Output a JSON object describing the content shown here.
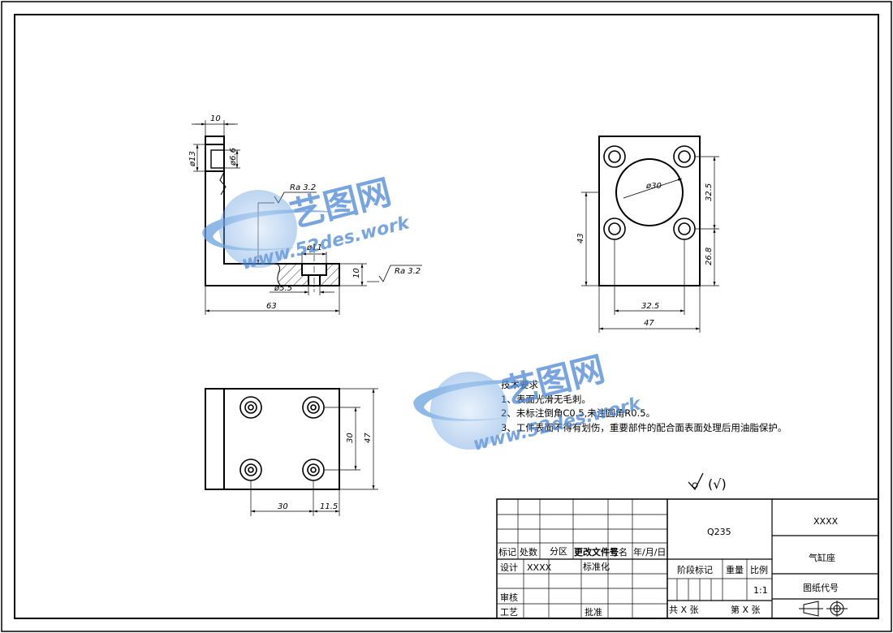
{
  "tech_requirements": {
    "title": "技术要求",
    "items": [
      "1、表面光滑无毛刺。",
      "2、未标注倒角C0.5,未注圆角R0.5。",
      "3、工件表面不得有划伤，重要部件的配合面表面处理后用油脂保护。"
    ]
  },
  "roughness_symbol": "(√)",
  "side_view": {
    "dims": {
      "top_width": "10",
      "left_dia": "ø13",
      "right_dia": "ø6.6",
      "roughness_1": "Ra 3.2",
      "hole_dia": "ø11",
      "thickness": "10",
      "roughness_2": "Ra 3.2",
      "thru_dia": "ø5.5",
      "length": "63"
    }
  },
  "front_view": {
    "dims": {
      "bore": "ø30",
      "hole_spacing_v": "32.5",
      "height": "43",
      "bottom_offset": "26.8",
      "hole_spacing_h": "32.5",
      "width": "47"
    }
  },
  "top_view": {
    "dims": {
      "hole_spacing_v": "30",
      "depth": "47",
      "hole_spacing_h": "30",
      "edge_offset": "11.5"
    }
  },
  "title_block": {
    "material": "Q235",
    "company": "XXXX",
    "part_name": "气缸座",
    "drawing_code_label": "图纸代号",
    "labels": {
      "mark": "标记",
      "count": "处数",
      "zone": "分区",
      "doc_no": "更改文件号",
      "sign": "签名",
      "date": "年/月/日",
      "design": "设计",
      "standard": "标准化",
      "review": "审核",
      "process": "工艺",
      "approve": "批准",
      "stage_mark": "阶段标记",
      "weight": "重量",
      "scale": "比例"
    },
    "designer": "XXXX",
    "scale_value": "1:1",
    "sheet_total": "共 X 张",
    "sheet_no": "第 X 张"
  },
  "watermark": {
    "name": "艺图网",
    "url": "www.52des.work"
  }
}
